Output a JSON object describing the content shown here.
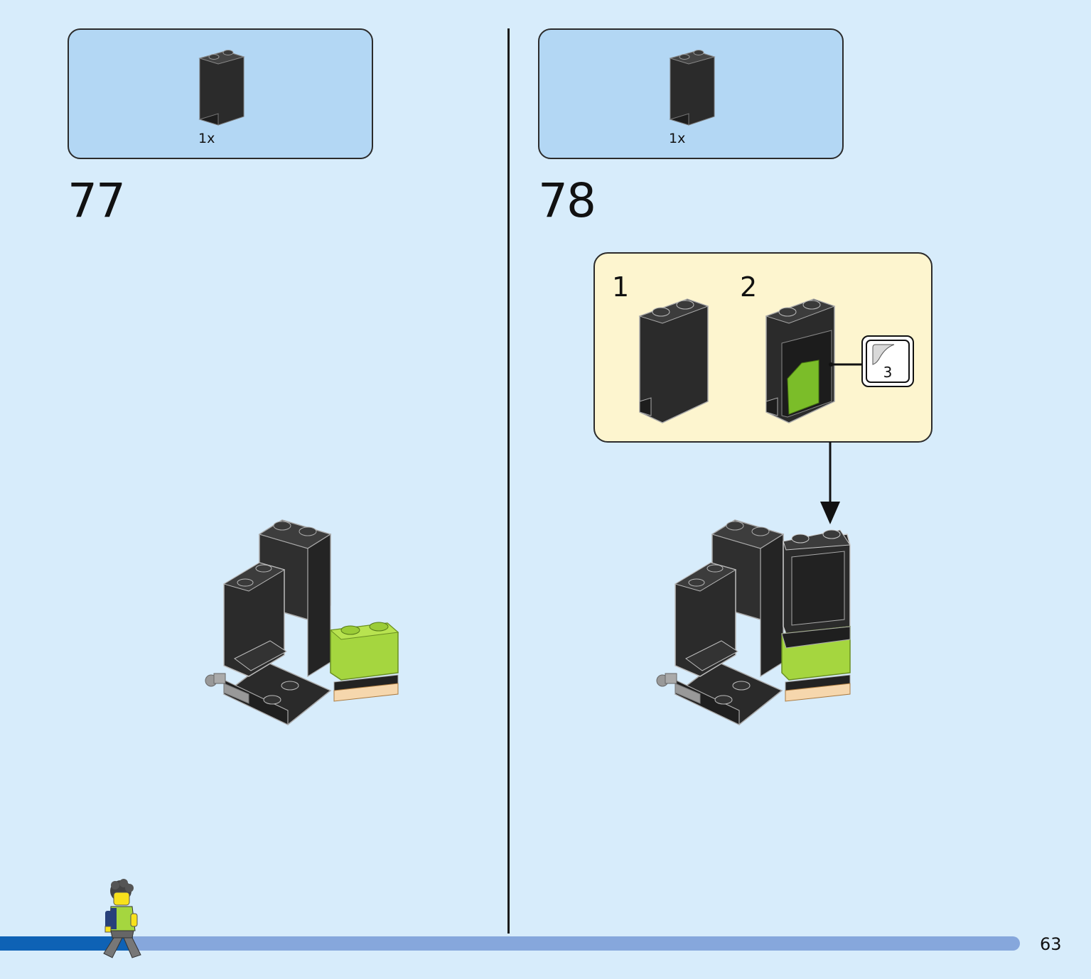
{
  "steps": [
    {
      "number": "77",
      "parts": [
        {
          "qty": "1x",
          "icon": "black-panel-1x2x3-icon"
        }
      ]
    },
    {
      "number": "78",
      "parts": [
        {
          "qty": "1x",
          "icon": "black-panel-1x2x3-icon"
        }
      ],
      "callout": {
        "sub_steps": [
          "1",
          "2"
        ],
        "sticker_number": "3"
      }
    }
  ],
  "progress": {
    "fraction": 0.13
  },
  "page": {
    "number": "63"
  },
  "colors": {
    "background": "#d7ecfb",
    "parts_box": "#b3d7f4",
    "callout": "#fdf5cf",
    "brick_black": "#2e2e2e",
    "brick_lime": "#a5d63f",
    "progress_track": "#86a7dc",
    "progress_fill": "#0e62b5"
  }
}
